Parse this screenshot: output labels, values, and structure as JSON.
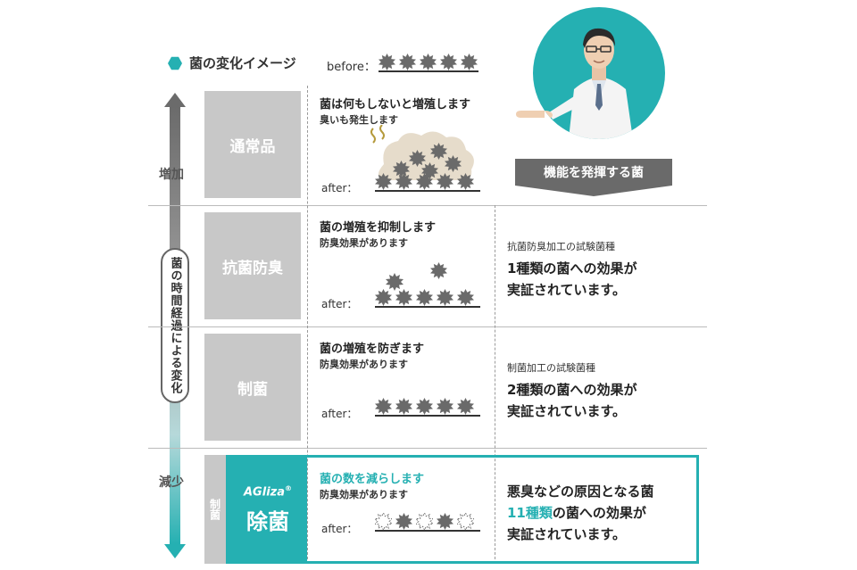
{
  "header": {
    "title": "菌の変化イメージ",
    "before_label": "before："
  },
  "axis": {
    "top_label": "増加",
    "bottom_label": "減少",
    "vertical_label": "菌の時間経過による変化"
  },
  "banner": {
    "label": "機能を発揮する菌"
  },
  "rows": [
    {
      "category": "通常品",
      "line1": "菌は何もしないと増殖します",
      "line2": "臭いも発生します",
      "after_label": "after："
    },
    {
      "category": "抗菌防臭",
      "line1": "菌の増殖を抑制します",
      "line2": "防臭効果があります",
      "after_label": "after：",
      "right_small": "抗菌防臭加工の試験菌種",
      "right_big1": "1種類の菌への効果が",
      "right_big2": "実証されています。"
    },
    {
      "category": "制菌",
      "line1": "菌の増殖を防ぎます",
      "line2": "防臭効果があります",
      "after_label": "after：",
      "right_small": "制菌加工の試験菌種",
      "right_big1": "2種類の菌への効果が",
      "right_big2": "実証されています。"
    },
    {
      "category_side": "制菌",
      "brand": "AGliza",
      "brand_mark": "®",
      "category": "除菌",
      "line1": "菌の数を減らします",
      "line2": "防臭効果があります",
      "after_label": "after：",
      "right_big1": "悪臭などの原因となる菌",
      "right_highlight": "11種類",
      "right_big2_rest": "の菌への効果が",
      "right_big3": "実証されています。"
    }
  ],
  "colors": {
    "accent": "#25b0b2",
    "gray_box": "#c8c8c8",
    "banner": "#6a6a6a"
  },
  "icons": [
    "hexagon-bullet-icon",
    "germ-icon",
    "odor-wave-icon",
    "up-arrow-icon",
    "down-arrow-icon",
    "scientist-photo"
  ]
}
